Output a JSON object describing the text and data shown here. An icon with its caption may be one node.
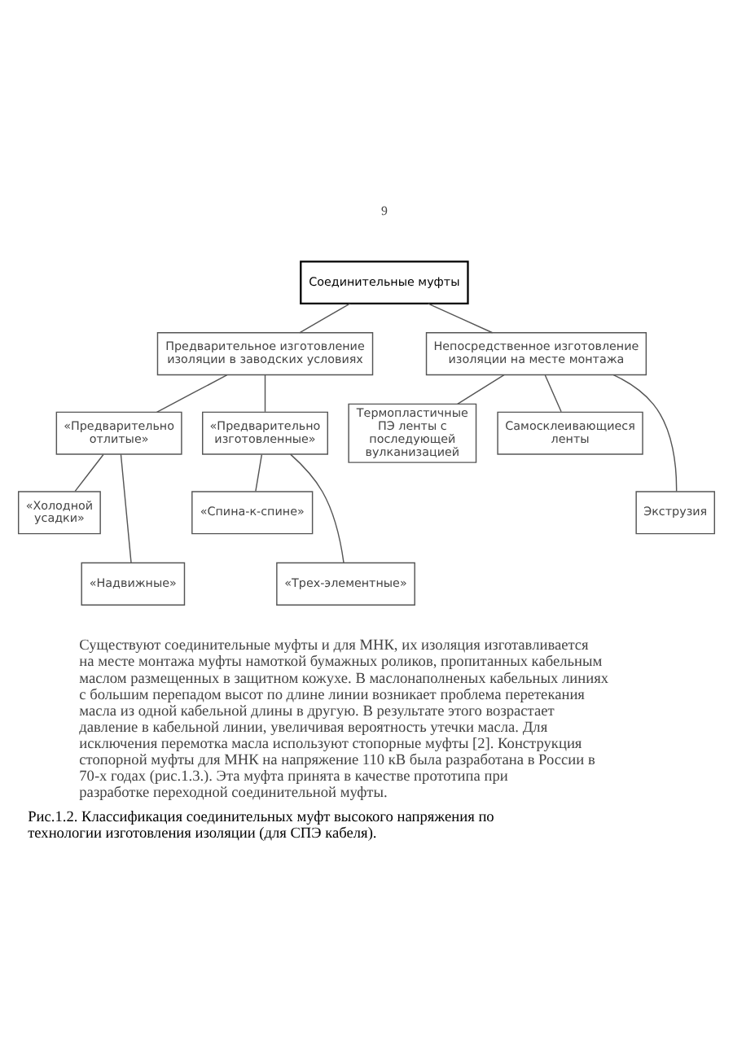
{
  "diagram": {
    "caption": "Рис.1.2. Классификация соединительных муфт высокого напряжения по технологии изготовления изоляции (для СПЭ кабеля).",
    "nodes": [
      {
        "text": [
          "Соединительные муфты"
        ]
      },
      {
        "text": [
          "Предварительное изготовление изоляции в заводских условиях"
        ]
      },
      {
        "text": [
          "Непосредственное изготовление изоляции на месте монтажа"
        ]
      },
      {
        "text": [
          "«Предварительно отлитые»"
        ]
      },
      {
        "text": [
          "«Предварительно изготовленные»"
        ]
      },
      {
        "text": [
          "Термопластичные ПЭ ленты с последующей вулканизацией"
        ]
      },
      {
        "text": [
          "Самосклеивающиеся ленты"
        ]
      },
      {
        "text": [
          "«Холодной усадки»"
        ]
      },
      {
        "text": [
          "«Спина-к-спине»"
        ]
      },
      {
        "text": [
          "Экструзия"
        ]
      },
      {
        "text": [
          "«Надвижные»"
        ]
      },
      {
        "text": [
          "«Трех-элементные»"
        ]
      }
    ],
    "edges": [
      {
        "from": 0,
        "to": 1,
        "arrow": "none"
      },
      {
        "from": 0,
        "to": 2,
        "arrow": "none"
      },
      {
        "from": 1,
        "to": 3,
        "arrow": "none"
      },
      {
        "from": 1,
        "to": 4,
        "arrow": "none"
      },
      {
        "from": 2,
        "to": 5,
        "arrow": "none"
      },
      {
        "from": 2,
        "to": 9,
        "arrow": "none"
      },
      {
        "from": 2,
        "to": 6,
        "arrow": "none"
      },
      {
        "from": 3,
        "to": 7,
        "arrow": "none"
      },
      {
        "from": 3,
        "to": 10,
        "arrow": "none"
      },
      {
        "from": 4,
        "to": 8,
        "arrow": "none"
      },
      {
        "from": 4,
        "to": 11,
        "arrow": "none"
      }
    ],
    "labels": [
      "9",
      "Существуют соединительные муфты и для МНК, их изоляция изготавливается на месте монтажа муфты намоткой бумажных роликов, пропитанных кабельным маслом размещенных в защитном кожухе. В маслонаполненых кабельных линиях с большим перепадом высот по длине линии возникает проблема перетекания масла из одной кабельной длины в другую. В результате этого возрастает давление в кабельной линии, увеличивая вероятность утечки масла. Для исключения перемотка масла используют стопорные муфты [2]. Конструкция стопорной муфты для МНК на напряжение 110 кВ была разработана в России в 70-х годах (рис.1.3.). Эта муфта принята в качестве прототипа при разработке переходной соединительной муфты."
    ]
  }
}
